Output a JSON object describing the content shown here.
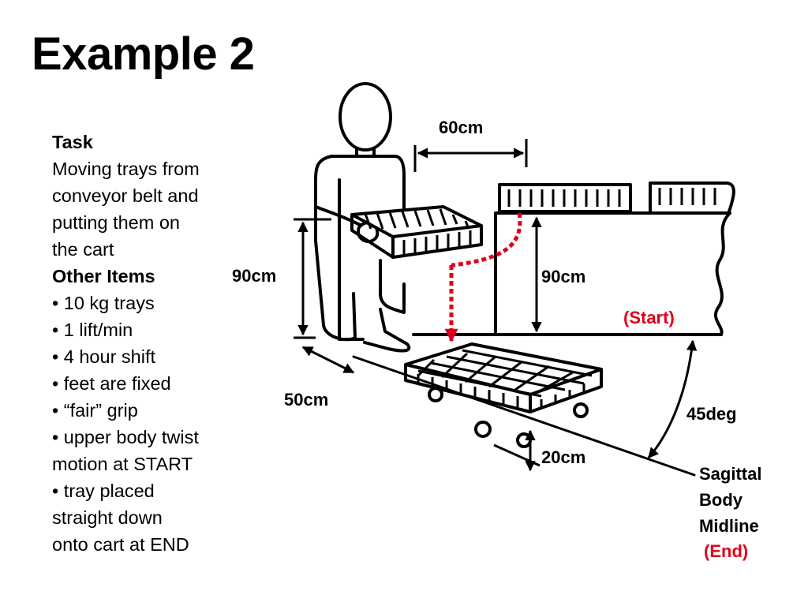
{
  "title": "Example 2",
  "task": {
    "heading": "Task",
    "description": [
      "Moving trays from",
      "conveyor belt and",
      "putting them on",
      "the cart"
    ],
    "other_heading": "Other Items",
    "items": [
      "• 10 kg trays",
      "• 1 lift/min",
      "• 4 hour shift",
      "• feet are fixed",
      "• “fair” grip",
      "• upper body twist",
      "motion at START",
      "• tray placed",
      "straight down",
      "onto cart at END"
    ]
  },
  "labels": {
    "horizontal_distance": "60cm",
    "hand_height": "90cm",
    "start_height": "90cm",
    "start": "(Start)",
    "foot_distance": "50cm",
    "angle": "45deg",
    "cart_height": "20cm",
    "midline": [
      "Sagittal",
      "Body",
      "Midline"
    ],
    "end": "(End)"
  },
  "colors": {
    "path": "#e0001a",
    "ink": "#000000"
  }
}
